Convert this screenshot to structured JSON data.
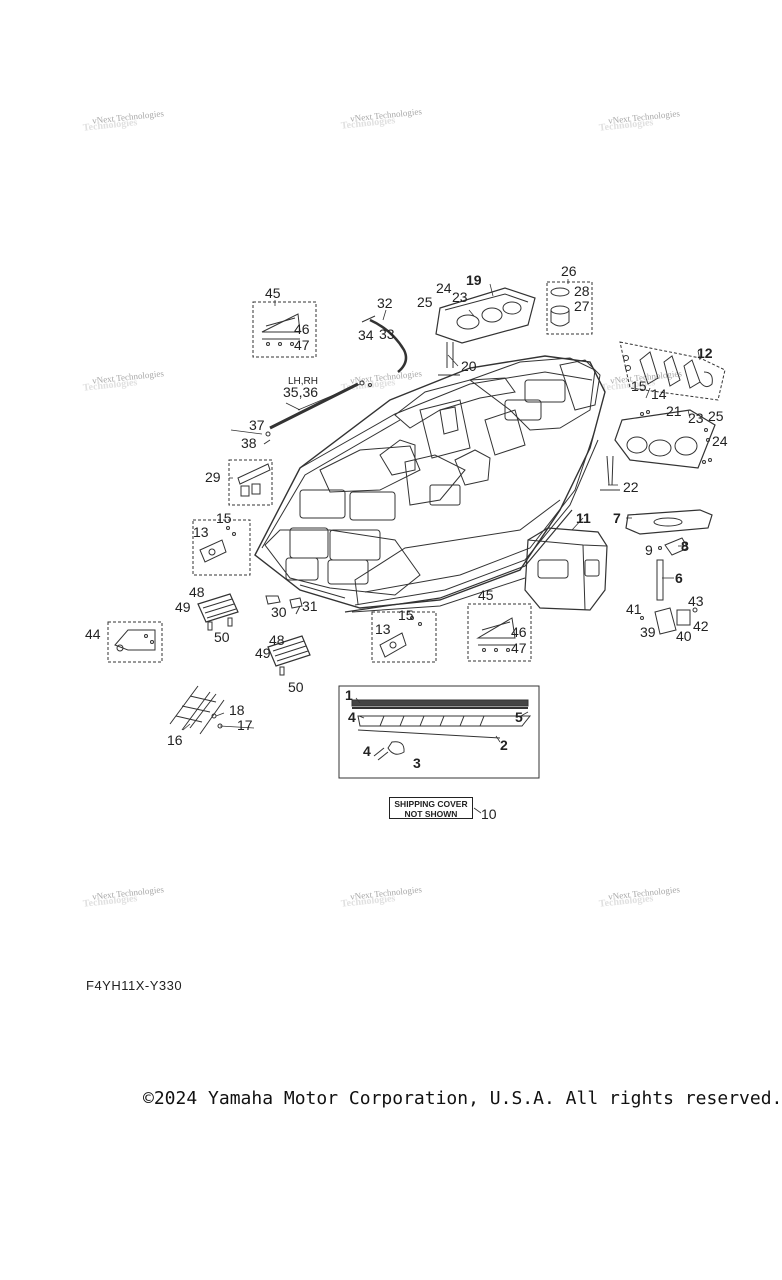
{
  "watermark": {
    "text": "vNext Technologies",
    "count": 9
  },
  "diagram": {
    "callouts": {
      "c1": "1",
      "c2": "2",
      "c3": "3",
      "c4a": "4",
      "c4b": "4",
      "c5": "5",
      "c6": "6",
      "c7": "7",
      "c8": "8",
      "c9": "9",
      "c10": "10",
      "c11": "11",
      "c12": "12",
      "c13a": "13",
      "c13b": "13",
      "c14": "14",
      "c15a": "15",
      "c15b": "15",
      "c15c": "15",
      "c16": "16",
      "c17": "17",
      "c18": "18",
      "c19": "19",
      "c20": "20",
      "c21": "21",
      "c22": "22",
      "c23a": "23",
      "c23b": "23",
      "c24a": "24",
      "c24b": "24",
      "c25a": "25",
      "c25b": "25",
      "c26": "26",
      "c27": "27",
      "c28": "28",
      "c29": "29",
      "c30": "30",
      "c31": "31",
      "c32": "32",
      "c33": "33",
      "c34": "34",
      "c3536": "35,36",
      "c37": "37",
      "c38": "38",
      "c39": "39",
      "c40": "40",
      "c41": "41",
      "c42": "42",
      "c43": "43",
      "c44": "44",
      "c45a": "45",
      "c45b": "45",
      "c46a": "46",
      "c46b": "46",
      "c47a": "47",
      "c47b": "47",
      "c48a": "48",
      "c48b": "48",
      "c49a": "49",
      "c49b": "49",
      "c50a": "50",
      "c50b": "50"
    },
    "lhrh_label": "LH,RH",
    "shipping_cover": {
      "line1": "SHIPPING COVER",
      "line2": "NOT SHOWN",
      "number": "10"
    }
  },
  "footer": {
    "diagram_code": "F4YH11X-Y330",
    "copyright": "©2024 Yamaha Motor Corporation, U.S.A. All rights reserved."
  }
}
